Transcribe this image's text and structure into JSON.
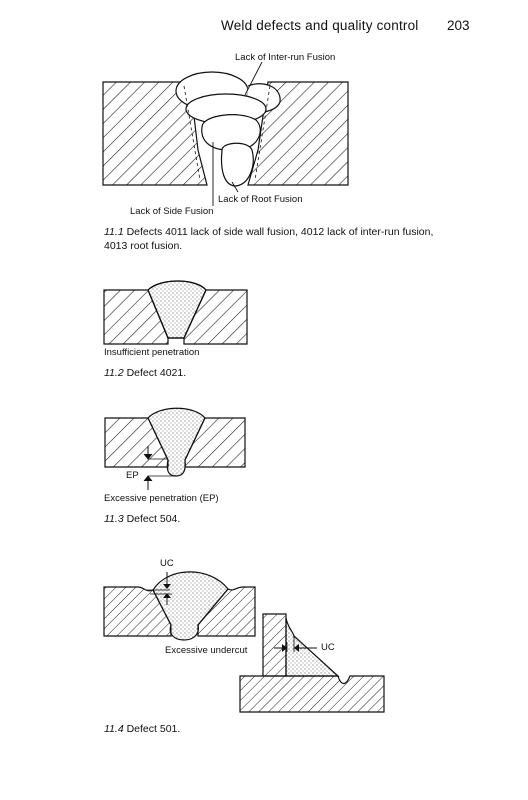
{
  "header": {
    "running_title": "Weld defects and quality control",
    "page_number": "203"
  },
  "figures": [
    {
      "number": "11.1",
      "caption": "Defects 4011 lack of side wall fusion, 4012 lack of inter-run fusion, 4013 root fusion.",
      "labels": {
        "inter_run": "Lack of Inter-run Fusion",
        "root": "Lack of Root Fusion",
        "side": "Lack of Side Fusion"
      }
    },
    {
      "number": "11.2",
      "caption": "Defect 4021.",
      "labels": {
        "main": "Insufficient penetration"
      }
    },
    {
      "number": "11.3",
      "caption": "Defect 504.",
      "labels": {
        "ep": "EP",
        "main": "Excessive penetration (EP)"
      }
    },
    {
      "number": "11.4",
      "caption": "Defect 501.",
      "labels": {
        "uc_left": "UC",
        "uc_right": "UC",
        "main": "Excessive undercut"
      }
    }
  ]
}
